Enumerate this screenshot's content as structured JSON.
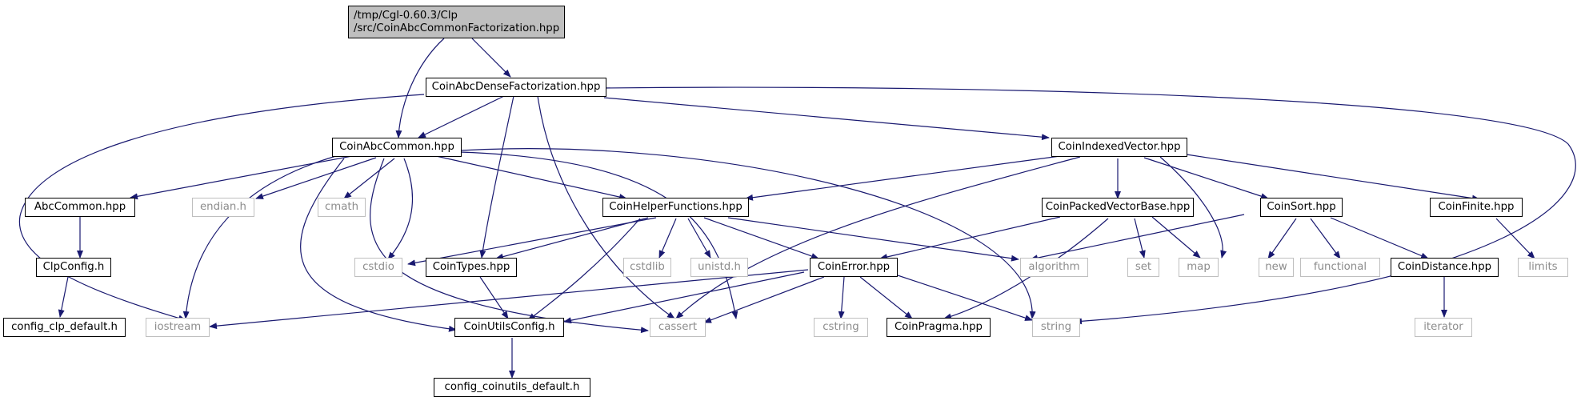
{
  "graph": {
    "root": {
      "line1": "/tmp/Cgl-0.60.3/Clp",
      "line2": "/src/CoinAbcCommonFactorization.hpp"
    },
    "nodes": {
      "dense": "CoinAbcDenseFactorization.hpp",
      "common": "CoinAbcCommon.hpp",
      "indexed": "CoinIndexedVector.hpp",
      "abccommon": "AbcCommon.hpp",
      "endian": "endian.h",
      "cmath": "cmath",
      "helper": "CoinHelperFunctions.hpp",
      "packed": "CoinPackedVectorBase.hpp",
      "sort": "CoinSort.hpp",
      "finite": "CoinFinite.hpp",
      "clpconfig": "ClpConfig.h",
      "cstdio": "cstdio",
      "types": "CoinTypes.hpp",
      "cstdlib": "cstdlib",
      "unistd": "unistd.h",
      "error": "CoinError.hpp",
      "algorithm": "algorithm",
      "set": "set",
      "map": "map",
      "new": "new",
      "functional": "functional",
      "distance": "CoinDistance.hpp",
      "limits": "limits",
      "config_clp": "config_clp_default.h",
      "iostream": "iostream",
      "utilsconfig": "CoinUtilsConfig.h",
      "cassert": "cassert",
      "cstring": "cstring",
      "pragma": "CoinPragma.hpp",
      "string": "string",
      "iterator": "iterator",
      "config_coinutils": "config_coinutils_default.h"
    }
  },
  "colors": {
    "edge": "#191970",
    "project_border": "#000000",
    "system_border": "#bfbfbf",
    "system_text": "#8c8c8c",
    "root_fill": "#bfbfbf"
  }
}
